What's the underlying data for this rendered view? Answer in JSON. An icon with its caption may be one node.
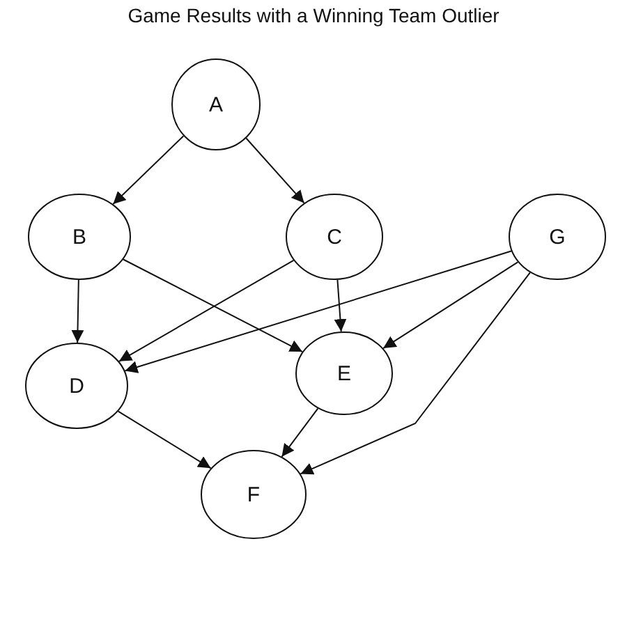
{
  "diagram": {
    "title": "Game Results with a Winning Team Outlier",
    "nodes": [
      {
        "text": [
          "A"
        ]
      },
      {
        "text": [
          "B"
        ]
      },
      {
        "text": [
          "C"
        ]
      },
      {
        "text": [
          "G"
        ]
      },
      {
        "text": [
          "D"
        ]
      },
      {
        "text": [
          "E"
        ]
      },
      {
        "text": [
          "F"
        ]
      }
    ],
    "edges": [
      {
        "from": 0,
        "to": 1,
        "arrow": "to"
      },
      {
        "from": 0,
        "to": 2,
        "arrow": "to"
      },
      {
        "from": 1,
        "to": 4,
        "arrow": "to"
      },
      {
        "from": 1,
        "to": 5,
        "arrow": "to"
      },
      {
        "from": 2,
        "to": 4,
        "arrow": "to"
      },
      {
        "from": 2,
        "to": 5,
        "arrow": "to"
      },
      {
        "from": 3,
        "to": 4,
        "arrow": "to"
      },
      {
        "from": 3,
        "to": 5,
        "arrow": "to"
      },
      {
        "from": 3,
        "to": 6,
        "arrow": "to"
      },
      {
        "from": 4,
        "to": 6,
        "arrow": "to"
      },
      {
        "from": 5,
        "to": 6,
        "arrow": "to"
      }
    ]
  }
}
